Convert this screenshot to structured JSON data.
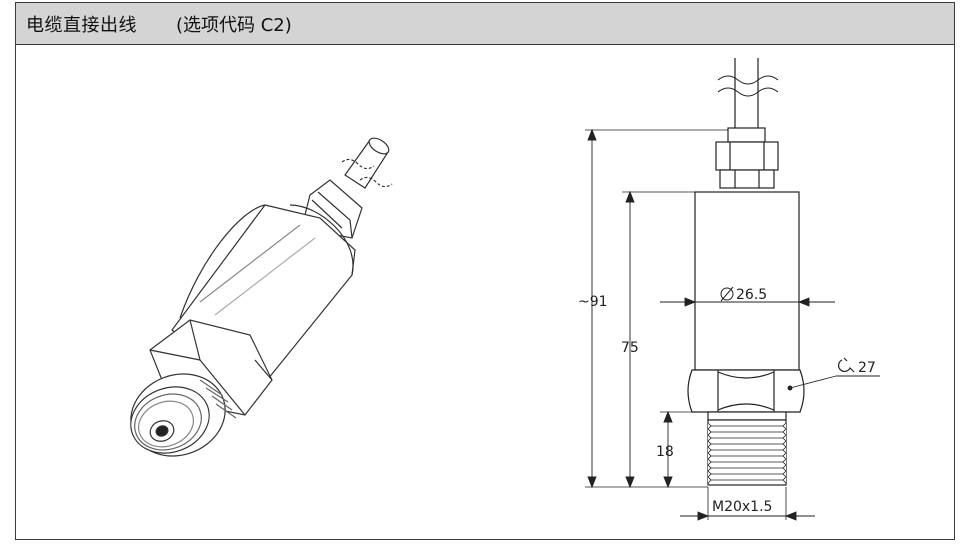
{
  "header": {
    "title": "电缆直接出线",
    "option_code": "(选项代码 C2)"
  },
  "drawing": {
    "dimensions": {
      "overall_length": "~91",
      "body_length": "75",
      "diameter": "26.5",
      "wrench_size": "27",
      "thread_length": "18",
      "thread_spec": "M20x1.5"
    }
  }
}
